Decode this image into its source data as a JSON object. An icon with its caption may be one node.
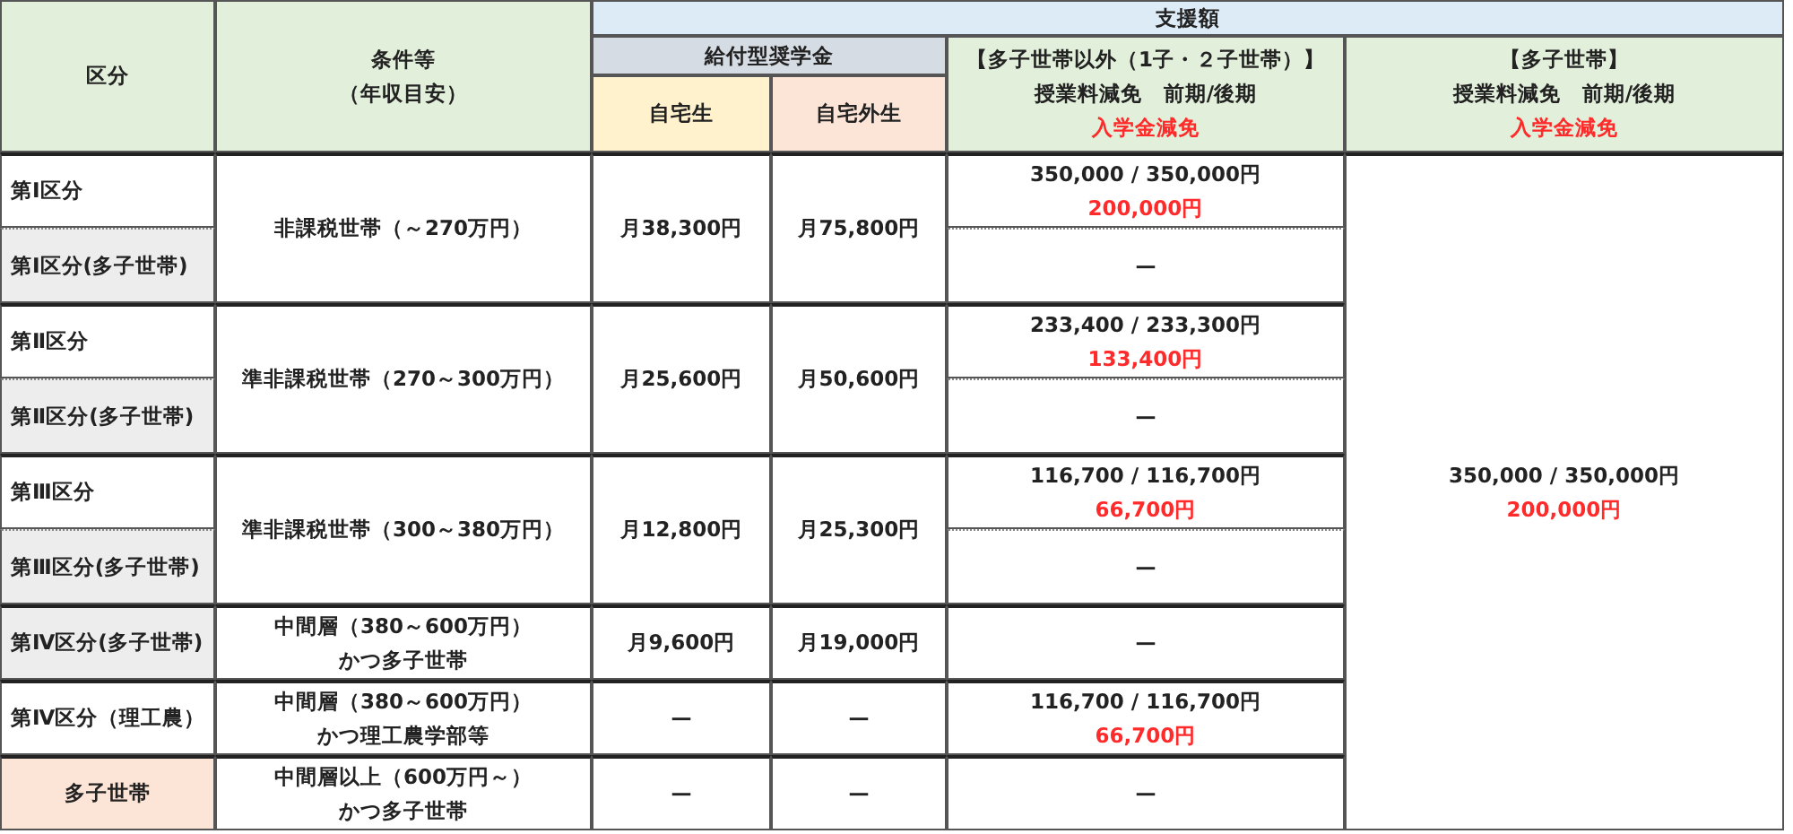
{
  "diagram": {
    "labels": [
      "区分",
      "条件等",
      "（年収目安）",
      "支援額",
      "給付型奨学金",
      "【多子世帯以外（1子・２子世帯）】",
      "授業料減免　前期/後期",
      "入学金減免",
      "【多子世帯】",
      "授業料減免　前期/後期",
      "入学金減免",
      "自宅生",
      "自宅外生",
      "第Ⅰ区分",
      "非課税世帯（～270万円）",
      "月38,300円",
      "月75,800円",
      "350,000 / 350,000円",
      "200,000円",
      "350,000 / 350,000円",
      "200,000円",
      "第Ⅰ区分(多子世帯)",
      "—",
      "第Ⅱ区分",
      "準非課税世帯（270～300万円）",
      "月25,600円",
      "月50,600円",
      "233,400 / 233,300円",
      "133,400円",
      "第Ⅱ区分(多子世帯)",
      "—",
      "第Ⅲ区分",
      "準非課税世帯（300～380万円）",
      "月12,800円",
      "月25,300円",
      "116,700 / 116,700円",
      "66,700円",
      "第Ⅲ区分(多子世帯)",
      "—",
      "第Ⅳ区分(多子世帯)",
      "中間層（380～600万円）",
      "かつ多子世帯",
      "月9,600円",
      "月19,000円",
      "—",
      "第Ⅳ区分（理工農）",
      "中間層（380～600万円）",
      "かつ理工農学部等",
      "—",
      "—",
      "116,700 / 116,700円",
      "66,700円",
      "多子世帯",
      "中間層以上（600万円～）",
      "かつ多子世帯",
      "—",
      "—",
      "—"
    ]
  }
}
